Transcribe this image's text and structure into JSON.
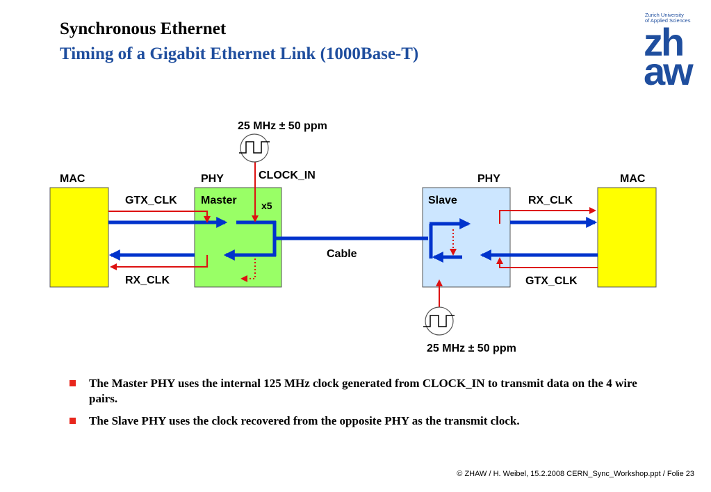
{
  "header": {
    "title": "Synchronous Ethernet",
    "subtitle": "Timing of a Gigabit Ethernet Link (1000Base-T)"
  },
  "logo": {
    "line1": "Zurich University",
    "line2": "of Applied Sciences",
    "mark_top": "zh",
    "mark_bottom": "aw"
  },
  "diagram": {
    "mac_left_label": "MAC",
    "phy_left_label": "PHY",
    "master_label": "Master",
    "multiplier_label": "x5",
    "clock_in_label": "CLOCK_IN",
    "osc_top_label": "25 MHz ± 50 ppm",
    "osc_bottom_label": "25 MHz ± 50 ppm",
    "gtx_clk_left": "GTX_CLK",
    "rx_clk_left": "RX_CLK",
    "cable_label": "Cable",
    "phy_right_label": "PHY",
    "mac_right_label": "MAC",
    "slave_label": "Slave",
    "rx_clk_right": "RX_CLK",
    "gtx_clk_right": "GTX_CLK",
    "colors": {
      "mac_fill": "#ffff00",
      "master_fill": "#99ff66",
      "slave_fill": "#cce6ff",
      "data_arrow": "#0033cc",
      "clock_arrow": "#dd1111"
    }
  },
  "bullets": [
    "The Master PHY uses the internal 125 MHz clock generated from CLOCK_IN to transmit data on the 4 wire pairs.",
    "The Slave PHY uses the clock recovered from the opposite PHY as the transmit clock."
  ],
  "footer": "© ZHAW / H. Weibel, 15.2.2008 CERN_Sync_Workshop.ppt / Folie 23"
}
